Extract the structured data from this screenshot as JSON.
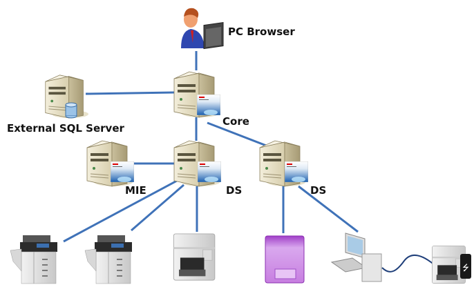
{
  "labels": {
    "pc_browser": "PC Browser",
    "sql_server": "External SQL Server",
    "core": "Core",
    "mie": "MIE",
    "ds_left": "DS",
    "ds_right": "DS"
  },
  "colors": {
    "link": "#3f72b8",
    "server_body": "#e9e2c9",
    "purple_printer": "#c77ee0"
  },
  "icons": [
    "person-at-computer-icon",
    "server-icon",
    "database-icon",
    "mfp-icon",
    "printer-icon",
    "desktop-pc-icon",
    "usb-icon"
  ]
}
